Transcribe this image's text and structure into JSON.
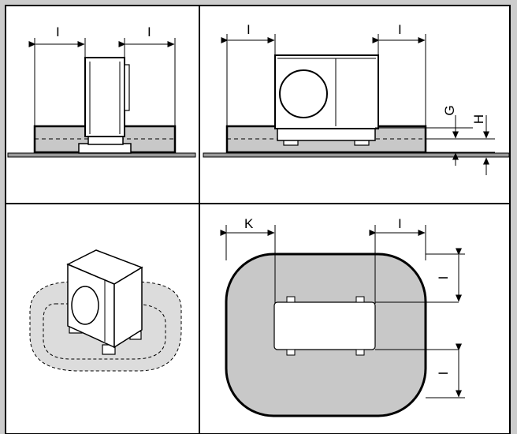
{
  "colors": {
    "frame": "#cccccc",
    "line": "#000000",
    "fill_gray": "#c8c8c8",
    "fill_light": "#dcdcdc",
    "ground": "#999999",
    "white": "#ffffff"
  },
  "labels": {
    "p1_left": "I",
    "p1_right": "I",
    "p2_left": "I",
    "p2_right": "I",
    "p2_g": "G",
    "p2_h": "H",
    "p4_k": "K",
    "p4_top": "I",
    "p4_side_top": "I",
    "p4_side_bottom": "I"
  }
}
